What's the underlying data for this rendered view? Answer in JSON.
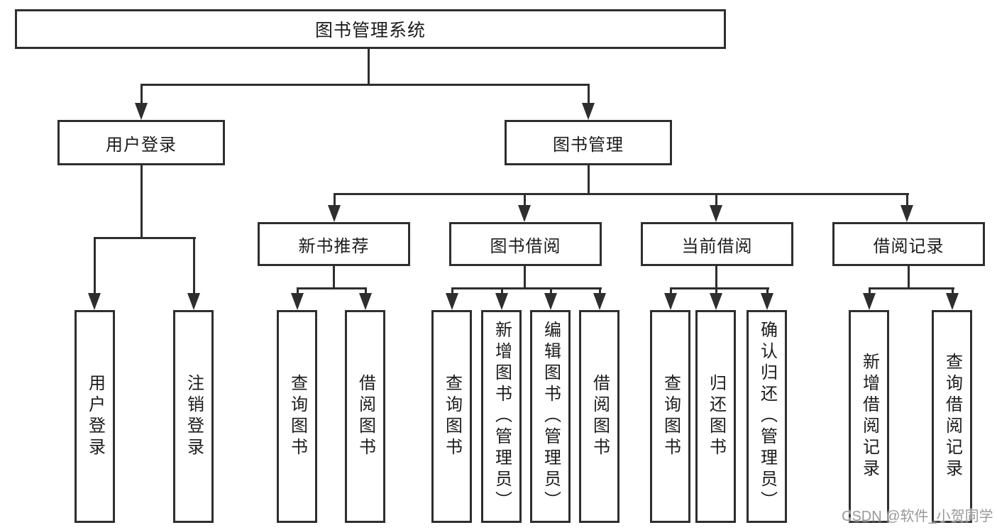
{
  "colors": {
    "line": "#2e2e2e",
    "ink": "#1c1c1c",
    "boxfill": "#ffffff",
    "background": "#ffffff",
    "watermark": "#999999"
  },
  "tree": {
    "label": "图书管理系统",
    "children": [
      {
        "label": "用户登录",
        "children": [
          {
            "label": "用户登录"
          },
          {
            "label": "注销登录"
          }
        ]
      },
      {
        "label": "图书管理",
        "children": [
          {
            "label": "新书推荐",
            "children": [
              {
                "label": "查询图书"
              },
              {
                "label": "借阅图书"
              }
            ]
          },
          {
            "label": "图书借阅",
            "children": [
              {
                "label": "查询图书"
              },
              {
                "label": "新增图书（管理员）"
              },
              {
                "label": "编辑图书（管理员）"
              },
              {
                "label": "借阅图书"
              }
            ]
          },
          {
            "label": "当前借阅",
            "children": [
              {
                "label": "查询图书"
              },
              {
                "label": "归还图书"
              },
              {
                "label": "确认归还（管理员）"
              }
            ]
          },
          {
            "label": "借阅记录",
            "children": [
              {
                "label": "新增借阅记录"
              },
              {
                "label": "查询借阅记录"
              }
            ]
          }
        ]
      }
    ]
  },
  "watermark": {
    "text": "CSDN @软件_小贺同学"
  }
}
